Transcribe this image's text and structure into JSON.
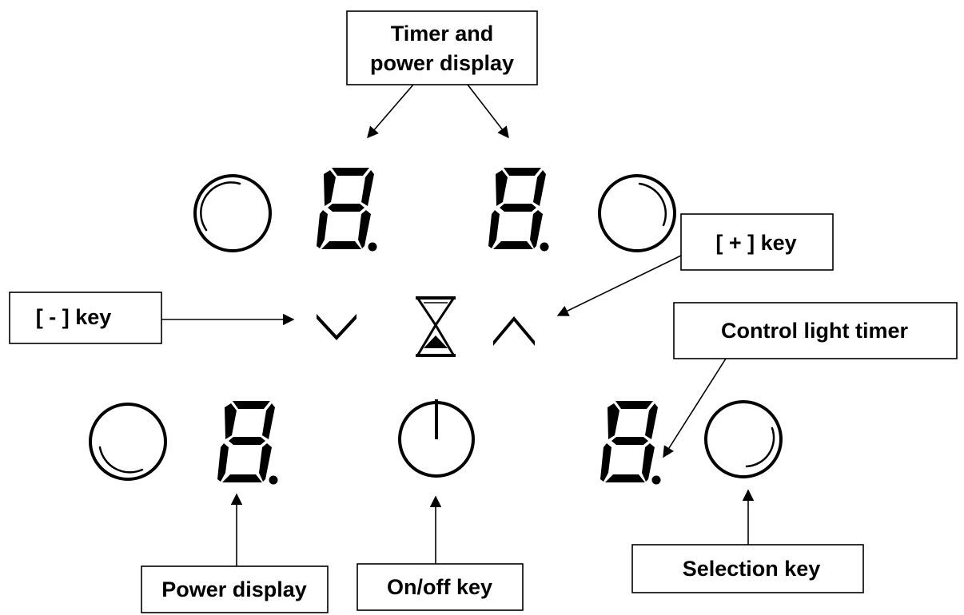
{
  "labels": {
    "timer_power_display_line1": "Timer and",
    "timer_power_display_line2": "power display",
    "plus_key": "[ + ] key",
    "minus_key": "[ - ] key",
    "control_light_timer": "Control light timer",
    "power_display": "Power display",
    "on_off_key": "On/off key",
    "selection_key": "Selection key"
  },
  "icons": {
    "minus": "chevron-down-icon",
    "timer": "hourglass-icon",
    "plus": "chevron-up-icon",
    "power": "power-icon"
  },
  "colors": {
    "ink": "#000000",
    "background": "#ffffff"
  }
}
